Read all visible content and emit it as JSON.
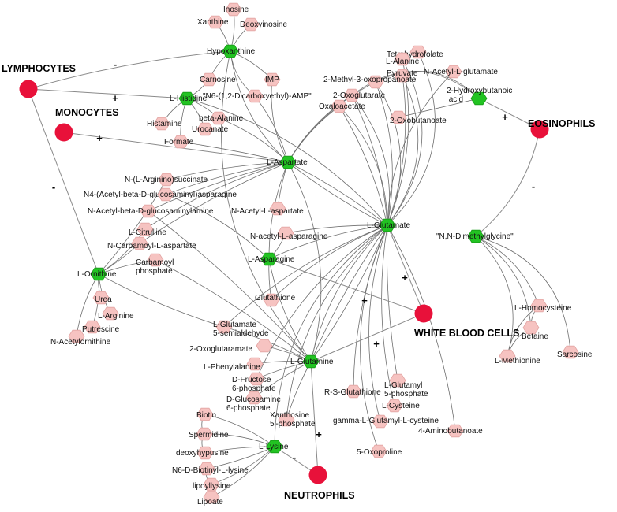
{
  "colors": {
    "cell": "#e8113a",
    "hub": "#22c322",
    "hub_stroke": "#159a15",
    "metabolite": "#f6c3c1",
    "metabolite_stroke": "#e2a4a2",
    "edge": "#6e6e6e"
  },
  "cells": [
    {
      "id": "lymphocytes",
      "label": "LYMPHOCYTES"
    },
    {
      "id": "monocytes",
      "label": "MONOCYTES"
    },
    {
      "id": "eosinophils",
      "label": "EOSINOPHILS"
    },
    {
      "id": "wbc",
      "label": "WHITE BLOOD CELLS"
    },
    {
      "id": "neutrophils",
      "label": "NEUTROPHILS"
    }
  ],
  "hubs": [
    {
      "id": "hypoxanthine",
      "label": "Hypoxanthine"
    },
    {
      "id": "histidine",
      "label": "L-Histidine"
    },
    {
      "id": "aspartate",
      "label": "L-Aspartate"
    },
    {
      "id": "glutamate",
      "label": "L-Glutamate"
    },
    {
      "id": "hydroxybut",
      "label": "2-Hydroxybutanoic\n  acid"
    },
    {
      "id": "dmg",
      "label": "\"N,N-Dimethylglycine\""
    },
    {
      "id": "asparagine",
      "label": "L-Asparagine"
    },
    {
      "id": "ornithine",
      "label": "L-Ornithine"
    },
    {
      "id": "glutamine",
      "label": "L-Glutamine"
    },
    {
      "id": "lysine",
      "label": "L-Lysine"
    }
  ],
  "metabolites": [
    {
      "id": "xanthine",
      "label": "Xanthine"
    },
    {
      "id": "inosine",
      "label": "Inosine"
    },
    {
      "id": "deoxyinosine",
      "label": "Deoxyinosine"
    },
    {
      "id": "carnosine",
      "label": "Carnosine"
    },
    {
      "id": "imp",
      "label": "IMP"
    },
    {
      "id": "n6dicarboxy",
      "label": "\"N6-(1,2-Dicarboxyethyl)-AMP\""
    },
    {
      "id": "histamine",
      "label": "Histamine"
    },
    {
      "id": "betaalanine",
      "label": "beta-Alanine"
    },
    {
      "id": "urocanate",
      "label": "Urocanate"
    },
    {
      "id": "formate",
      "label": "Formate"
    },
    {
      "id": "thf",
      "label": "Tetrahydrofolate"
    },
    {
      "id": "lalanine",
      "label": "L-Alanine"
    },
    {
      "id": "pyruvate",
      "label": "Pyruvate"
    },
    {
      "id": "methyloxo",
      "label": "2-Methyl-3-oxopropanoate"
    },
    {
      "id": "acetylglutamate",
      "label": "N-Acetyl-L-glutamate"
    },
    {
      "id": "oxoglutarate",
      "label": "2-Oxoglutarate"
    },
    {
      "id": "oxaloacetate",
      "label": "Oxaloacetate"
    },
    {
      "id": "oxobutanoate",
      "label": "2-Oxobutanoate"
    },
    {
      "id": "arginosuccinate",
      "label": "N-(L-Arginino)succinate"
    },
    {
      "id": "n4acetyl",
      "label": "N4-(Acetyl-beta-D-glucosaminyl)asparagine"
    },
    {
      "id": "nacetylglucosaminylamine",
      "label": "N-Acetyl-beta-D-glucosaminylamine"
    },
    {
      "id": "citrulline",
      "label": "L-Citrulline"
    },
    {
      "id": "carbamoylaspartate",
      "label": "N-Carbamoyl-L-aspartate"
    },
    {
      "id": "carbamoylphosphate",
      "label": "Carbamoyl\nphosphate"
    },
    {
      "id": "acetylaspartate",
      "label": "N-Acetyl-L-aspartate"
    },
    {
      "id": "acetylasparagine",
      "label": "N-acetyl-L-asparagine"
    },
    {
      "id": "urea",
      "label": "Urea"
    },
    {
      "id": "arginine",
      "label": "L-Arginine"
    },
    {
      "id": "putrescine",
      "label": "Putrescine"
    },
    {
      "id": "acetylornithine",
      "label": "N-Acetylornithine"
    },
    {
      "id": "glutathione",
      "label": "Glutathione"
    },
    {
      "id": "semialdehyde",
      "label": "L-Glutamate\n5-semialdehyde"
    },
    {
      "id": "homocysteine",
      "label": "L-Homocysteine"
    },
    {
      "id": "betaine",
      "label": "Betaine"
    },
    {
      "id": "methionine",
      "label": "L-Methionine"
    },
    {
      "id": "sarcosine",
      "label": "Sarcosine"
    },
    {
      "id": "oxoglutaramate",
      "label": "2-Oxoglutaramate"
    },
    {
      "id": "phenylalanine",
      "label": "L-Phenylalanine"
    },
    {
      "id": "fructose6p",
      "label": "D-Fructose\n6-phosphate"
    },
    {
      "id": "glucosamine6p",
      "label": "D-Glucosamine\n6-phosphate"
    },
    {
      "id": "xanthosine5p",
      "label": "Xanthosine\n5'-phosphate"
    },
    {
      "id": "rsglutathione",
      "label": "R-S-Glutathione"
    },
    {
      "id": "glutamyl5p",
      "label": "L-Glutamyl\n5-phosphate"
    },
    {
      "id": "cysteine",
      "label": "L-Cysteine"
    },
    {
      "id": "gammaglutamyl",
      "label": "gamma-L-Glutamyl-L-cysteine"
    },
    {
      "id": "aminobutanoate",
      "label": "4-Aminobutanoate"
    },
    {
      "id": "oxoproline",
      "label": "5-Oxoproline"
    },
    {
      "id": "biotin",
      "label": "Biotin"
    },
    {
      "id": "spermidine",
      "label": "Spermidine"
    },
    {
      "id": "deoxyhypusine",
      "label": "deoxyhypusine"
    },
    {
      "id": "biotinyllysine",
      "label": "N6-D-Biotinyl-L-lysine"
    },
    {
      "id": "lipoyllysine",
      "label": "lipoyllysine"
    },
    {
      "id": "lipoate",
      "label": "Lipoate"
    }
  ],
  "signs": [
    {
      "id": "s_lymph_hypox",
      "text": "-"
    },
    {
      "id": "s_lymph_hist",
      "text": "+"
    },
    {
      "id": "s_lymph_orn",
      "text": "-"
    },
    {
      "id": "s_mono_asp",
      "text": "+"
    },
    {
      "id": "s_eos_hydroxy",
      "text": "+"
    },
    {
      "id": "s_eos_dmg",
      "text": "-"
    },
    {
      "id": "s_wbc_glu",
      "text": "+"
    },
    {
      "id": "s_wbc_asn",
      "text": "+"
    },
    {
      "id": "s_wbc_gln",
      "text": "+"
    },
    {
      "id": "s_neut_gln",
      "text": "+"
    },
    {
      "id": "s_neut_lys",
      "text": "-"
    }
  ]
}
